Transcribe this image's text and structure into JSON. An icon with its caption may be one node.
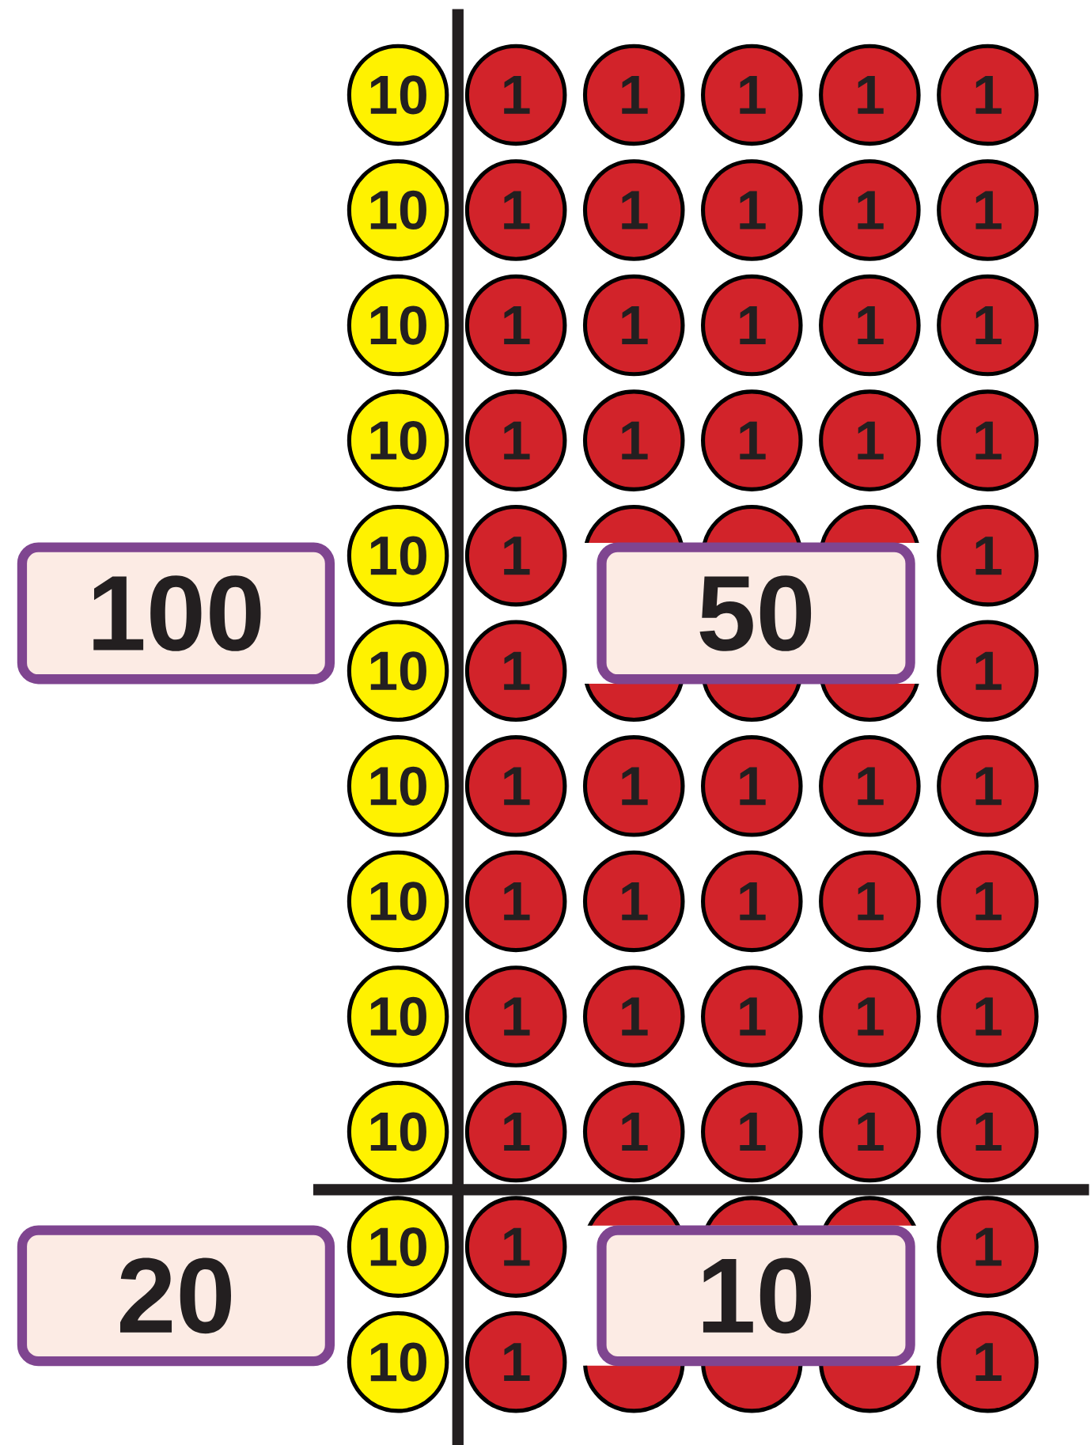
{
  "diagram": {
    "nodes": [
      {
        "text": [
          "10"
        ]
      },
      {
        "text": [
          "1"
        ]
      },
      {
        "text": [
          "1"
        ]
      },
      {
        "text": [
          "1"
        ]
      },
      {
        "text": [
          "1"
        ]
      },
      {
        "text": [
          "1"
        ]
      },
      {
        "text": [
          "10"
        ]
      },
      {
        "text": [
          "1"
        ]
      },
      {
        "text": [
          "1"
        ]
      },
      {
        "text": [
          "1"
        ]
      },
      {
        "text": [
          "1"
        ]
      },
      {
        "text": [
          "1"
        ]
      },
      {
        "text": [
          "10"
        ]
      },
      {
        "text": [
          "1"
        ]
      },
      {
        "text": [
          "1"
        ]
      },
      {
        "text": [
          "1"
        ]
      },
      {
        "text": [
          "1"
        ]
      },
      {
        "text": [
          "1"
        ]
      },
      {
        "text": [
          "10"
        ]
      },
      {
        "text": [
          "1"
        ]
      },
      {
        "text": [
          "1"
        ]
      },
      {
        "text": [
          "1"
        ]
      },
      {
        "text": [
          "1"
        ]
      },
      {
        "text": [
          "1"
        ]
      },
      {
        "text": [
          "10"
        ]
      },
      {
        "text": [
          "1"
        ]
      },
      {
        "text": [],
        "shape": "circle"
      },
      {
        "text": [],
        "shape": "circle"
      },
      {
        "text": [],
        "shape": "circle"
      },
      {
        "text": [
          "1"
        ]
      },
      {
        "text": [
          "10"
        ]
      },
      {
        "text": [
          "1"
        ]
      },
      {
        "text": [],
        "shape": "circle"
      },
      {
        "text": [],
        "shape": "circle"
      },
      {
        "text": [],
        "shape": "circle"
      },
      {
        "text": [
          "1"
        ]
      },
      {
        "text": [
          "10"
        ]
      },
      {
        "text": [
          "1"
        ]
      },
      {
        "text": [
          "1"
        ]
      },
      {
        "text": [
          "1"
        ]
      },
      {
        "text": [
          "1"
        ]
      },
      {
        "text": [
          "1"
        ]
      },
      {
        "text": [
          "10"
        ]
      },
      {
        "text": [
          "1"
        ]
      },
      {
        "text": [
          "1"
        ]
      },
      {
        "text": [
          "1"
        ]
      },
      {
        "text": [
          "1"
        ]
      },
      {
        "text": [
          "1"
        ]
      },
      {
        "text": [
          "10"
        ]
      },
      {
        "text": [
          "1"
        ]
      },
      {
        "text": [
          "1"
        ]
      },
      {
        "text": [
          "1"
        ]
      },
      {
        "text": [
          "1"
        ]
      },
      {
        "text": [
          "1"
        ]
      },
      {
        "text": [
          "10"
        ]
      },
      {
        "text": [
          "1"
        ]
      },
      {
        "text": [
          "1"
        ]
      },
      {
        "text": [
          "1"
        ]
      },
      {
        "text": [
          "1"
        ]
      },
      {
        "text": [
          "1"
        ]
      },
      {
        "text": [
          "10"
        ]
      },
      {
        "text": [
          "1"
        ]
      },
      {
        "text": [],
        "shape": "circle"
      },
      {
        "text": [],
        "shape": "circle"
      },
      {
        "text": [],
        "shape": "circle"
      },
      {
        "text": [
          "1"
        ]
      },
      {
        "text": [
          "10"
        ]
      },
      {
        "text": [
          "1"
        ]
      },
      {
        "text": [],
        "shape": "circle"
      },
      {
        "text": [],
        "shape": "circle"
      },
      {
        "text": [],
        "shape": "circle"
      },
      {
        "text": [
          "1"
        ]
      },
      {
        "text": [
          "100"
        ]
      },
      {
        "text": [
          "50"
        ]
      },
      {
        "text": [
          "20"
        ]
      },
      {
        "text": [
          "10"
        ]
      }
    ],
    "edges": []
  }
}
